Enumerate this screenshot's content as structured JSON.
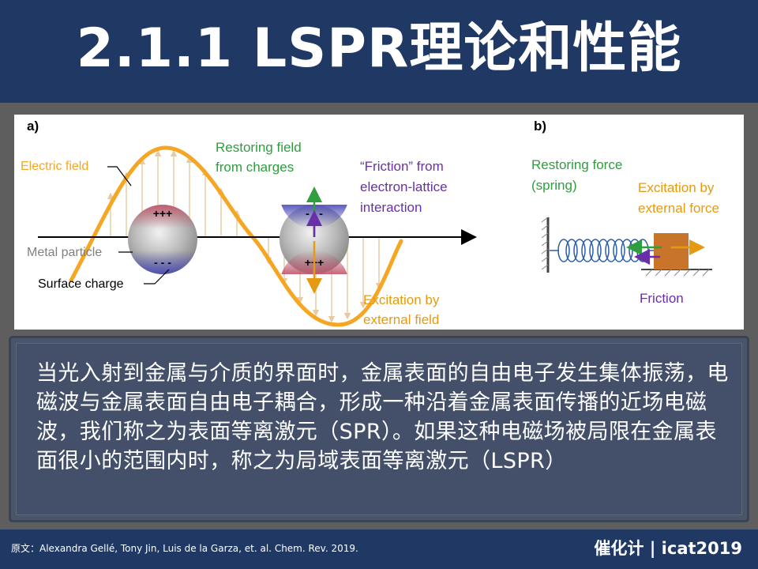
{
  "title": "2.1.1 LSPR理论和性能",
  "figure": {
    "panel_a": {
      "letter": "a)",
      "electric_field": "Electric field",
      "metal_particle": "Metal particle",
      "surface_charge": "Surface charge",
      "restoring_line1": "Restoring field",
      "restoring_line2": "from charges",
      "friction_line1": "“Friction” from",
      "friction_line2": "electron-lattice",
      "friction_line3": "interaction",
      "excitation_line1": "Excitation by",
      "excitation_line2": "external field",
      "plus_signs": "+++",
      "minus_signs": "- - -"
    },
    "panel_b": {
      "letter": "b)",
      "restoring_line1": "Restoring force",
      "restoring_line2": "(spring)",
      "excitation_line1": "Excitation by",
      "excitation_line2": "external force",
      "friction": "Friction"
    },
    "colors": {
      "wave": "#f5a623",
      "restoring": "#2e9e3e",
      "friction": "#6a2fa8",
      "excitation": "#e69a12",
      "label_gray": "#808080",
      "block": "#c8742a"
    }
  },
  "body_text": "当光入射到金属与介质的界面时，金属表面的自由电子发生集体振荡，电磁波与金属表面自由电子耦合，形成一种沿着金属表面传播的近场电磁波，我们称之为表面等离激元（SPR）。如果这种电磁场被局限在金属表面很小的范围内时，称之为局域表面等离激元（LSPR）",
  "footer": {
    "source": "原文：Alexandra Gellé, Tony Jin, Luis de la Garza, et. al.  Chem. Rev. 2019.",
    "brand": "催化计 | icat2019"
  }
}
